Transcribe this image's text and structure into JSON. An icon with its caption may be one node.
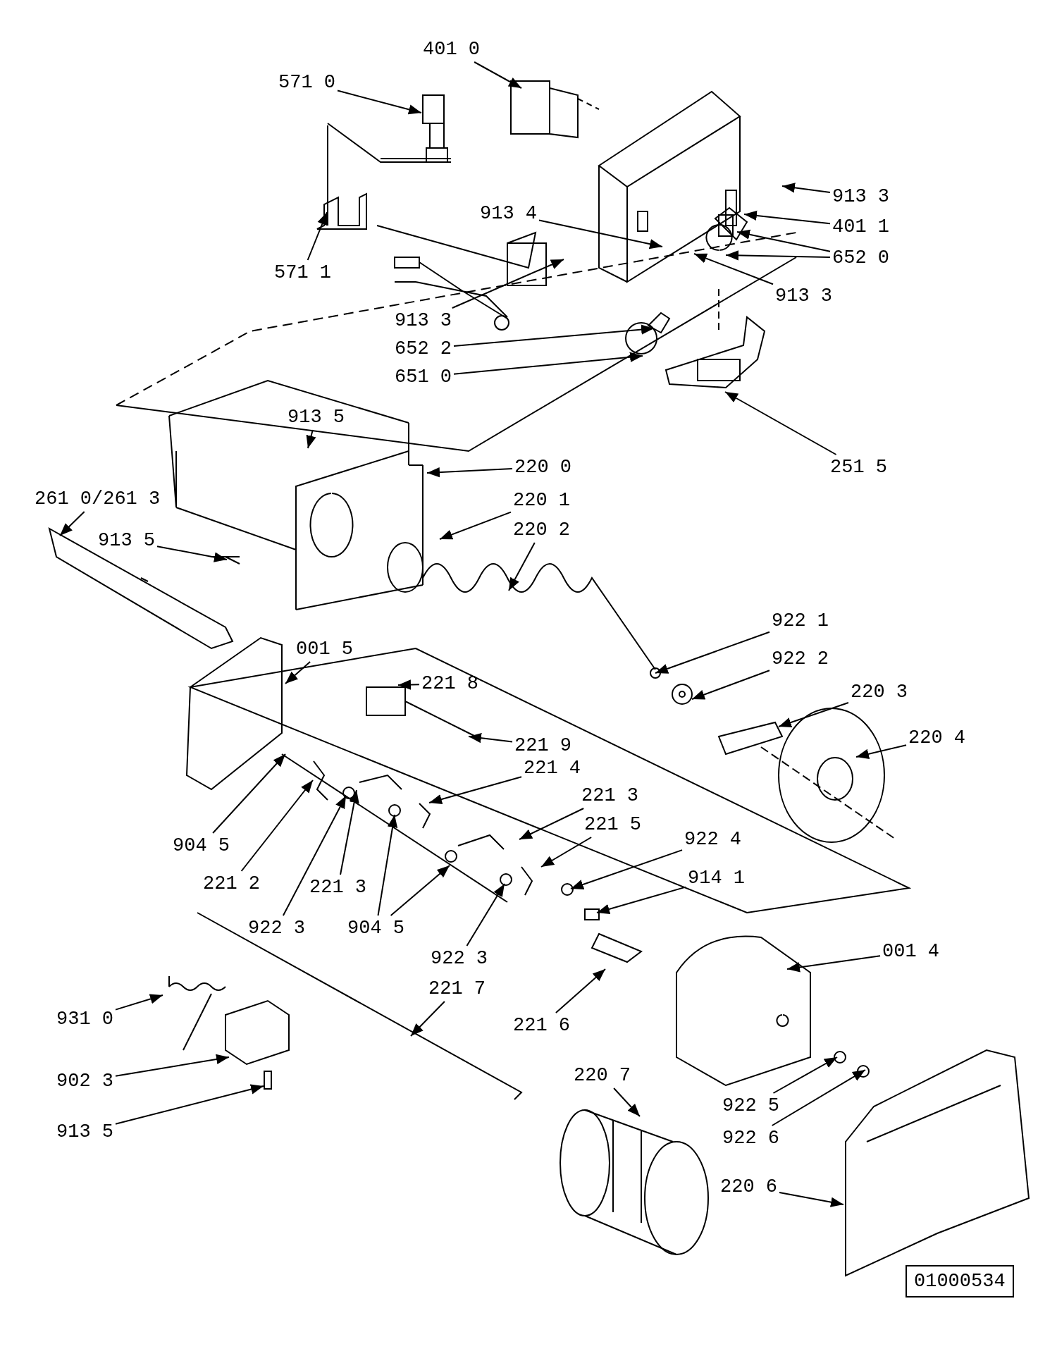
{
  "diagram": {
    "nodes": [
      {
        "text": [
          "401 0"
        ]
      },
      {
        "text": [
          "571 0"
        ]
      },
      {
        "text": [
          "913 3"
        ]
      },
      {
        "text": [
          "401 1"
        ]
      },
      {
        "text": [
          "913 4"
        ]
      },
      {
        "text": [
          "652 0"
        ]
      },
      {
        "text": [
          "571 1"
        ]
      },
      {
        "text": [
          "913 3"
        ]
      },
      {
        "text": [
          "913 3"
        ]
      },
      {
        "text": [
          "652 2"
        ]
      },
      {
        "text": [
          "651 0"
        ]
      },
      {
        "text": [
          "913 5"
        ]
      },
      {
        "text": [
          "220 0"
        ]
      },
      {
        "text": [
          "251 5"
        ]
      },
      {
        "text": [
          "261 0/261 3"
        ]
      },
      {
        "text": [
          "220 1"
        ]
      },
      {
        "text": [
          "220 2"
        ]
      },
      {
        "text": [
          "913 5"
        ]
      },
      {
        "text": [
          "922 1"
        ]
      },
      {
        "text": [
          "001 5"
        ]
      },
      {
        "text": [
          "922 2"
        ]
      },
      {
        "text": [
          "221 8"
        ]
      },
      {
        "text": [
          "220 3"
        ]
      },
      {
        "text": [
          "220 4"
        ]
      },
      {
        "text": [
          "221 9"
        ]
      },
      {
        "text": [
          "221 4"
        ]
      },
      {
        "text": [
          "221 3"
        ]
      },
      {
        "text": [
          "221 5"
        ]
      },
      {
        "text": [
          "922 4"
        ]
      },
      {
        "text": [
          "904 5"
        ]
      },
      {
        "text": [
          "914 1"
        ]
      },
      {
        "text": [
          "221 2"
        ]
      },
      {
        "text": [
          "221 3"
        ]
      },
      {
        "text": [
          "922 3"
        ]
      },
      {
        "text": [
          "904 5"
        ]
      },
      {
        "text": [
          "001 4"
        ]
      },
      {
        "text": [
          "922 3"
        ]
      },
      {
        "text": [
          "221 7"
        ]
      },
      {
        "text": [
          "931 0"
        ]
      },
      {
        "text": [
          "221 6"
        ]
      },
      {
        "text": [
          "220 7"
        ]
      },
      {
        "text": [
          "902 3"
        ]
      },
      {
        "text": [
          "922 5"
        ]
      },
      {
        "text": [
          "913 5"
        ]
      },
      {
        "text": [
          "922 6"
        ]
      },
      {
        "text": [
          "220 6"
        ]
      }
    ],
    "edges": [
      {
        "from": 0,
        "to": null,
        "arrow": "to"
      },
      {
        "from": 1,
        "to": null,
        "arrow": "to"
      },
      {
        "from": 2,
        "to": null,
        "arrow": "to"
      },
      {
        "from": 3,
        "to": null,
        "arrow": "to"
      },
      {
        "from": 4,
        "to": null,
        "arrow": "to"
      },
      {
        "from": 5,
        "to": null,
        "arrow": "to"
      },
      {
        "from": 5,
        "to": null,
        "arrow": "to"
      },
      {
        "from": 6,
        "to": null,
        "arrow": "to"
      },
      {
        "from": 7,
        "to": null,
        "arrow": "to"
      },
      {
        "from": 8,
        "to": null,
        "arrow": "to"
      },
      {
        "from": 9,
        "to": null,
        "arrow": "to"
      },
      {
        "from": 10,
        "to": null,
        "arrow": "to"
      },
      {
        "from": 11,
        "to": null,
        "arrow": "to"
      },
      {
        "from": 12,
        "to": null,
        "arrow": "to"
      },
      {
        "from": 13,
        "to": null,
        "arrow": "to"
      },
      {
        "from": 14,
        "to": null,
        "arrow": "to"
      },
      {
        "from": 15,
        "to": null,
        "arrow": "to"
      },
      {
        "from": 16,
        "to": null,
        "arrow": "to"
      },
      {
        "from": 17,
        "to": null,
        "arrow": "to"
      },
      {
        "from": 18,
        "to": null,
        "arrow": "to"
      },
      {
        "from": 19,
        "to": null,
        "arrow": "to"
      },
      {
        "from": 20,
        "to": null,
        "arrow": "to"
      },
      {
        "from": 21,
        "to": null,
        "arrow": "to"
      },
      {
        "from": 22,
        "to": null,
        "arrow": "to"
      },
      {
        "from": 23,
        "to": null,
        "arrow": "to"
      },
      {
        "from": 24,
        "to": null,
        "arrow": "to"
      },
      {
        "from": 25,
        "to": null,
        "arrow": "to"
      },
      {
        "from": 26,
        "to": null,
        "arrow": "to"
      },
      {
        "from": 27,
        "to": null,
        "arrow": "to"
      },
      {
        "from": 28,
        "to": null,
        "arrow": "to"
      },
      {
        "from": 29,
        "to": null,
        "arrow": "to"
      },
      {
        "from": 30,
        "to": null,
        "arrow": "to"
      },
      {
        "from": 31,
        "to": null,
        "arrow": "to"
      },
      {
        "from": 32,
        "to": null,
        "arrow": "to"
      },
      {
        "from": 33,
        "to": null,
        "arrow": "to"
      },
      {
        "from": 34,
        "to": null,
        "arrow": "to"
      },
      {
        "from": 34,
        "to": null,
        "arrow": "to"
      },
      {
        "from": 35,
        "to": null,
        "arrow": "to"
      },
      {
        "from": 36,
        "to": null,
        "arrow": "to"
      },
      {
        "from": 37,
        "to": null,
        "arrow": "to"
      },
      {
        "from": 38,
        "to": null,
        "arrow": "to"
      },
      {
        "from": 39,
        "to": null,
        "arrow": "to"
      },
      {
        "from": 40,
        "to": null,
        "arrow": "to"
      },
      {
        "from": 41,
        "to": null,
        "arrow": "to"
      },
      {
        "from": 42,
        "to": null,
        "arrow": "to"
      },
      {
        "from": 43,
        "to": null,
        "arrow": "to"
      },
      {
        "from": 44,
        "to": null,
        "arrow": "to"
      },
      {
        "from": 45,
        "to": null,
        "arrow": "to"
      }
    ],
    "labels": [
      "01000534"
    ]
  }
}
